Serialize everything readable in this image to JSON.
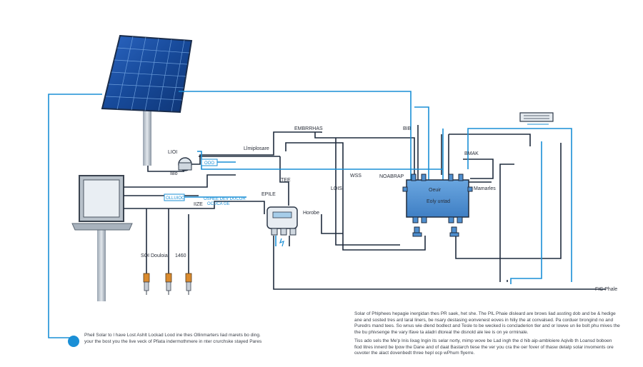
{
  "colors": {
    "dark_wire": "#1f2b3d",
    "blue_wire": "#1a8fd6",
    "panel_blue": "#1d4f9c",
    "box_blue": "#4a8fd4",
    "pole_gray": "#b9c2cc"
  },
  "labels": {
    "top_wire": "EMBRRHAS",
    "junction_upper": "Llmiplosare",
    "junction_small": "LIOI",
    "junction_low": "IBo",
    "blue_tag_upper": "OOO",
    "blue_tag_lower": "OLLUIOO",
    "cyan_text_1": "OSHEE DEV DUCOR",
    "cyan_text_2": "OCUCA GE",
    "mid_small": "EPILE",
    "mid_tab": "TEE",
    "left_small": "IIZE",
    "sensor_left": "SOI Douloia",
    "sensor_right": "1460",
    "meter_label": "Horobe",
    "wire_ws": "WSS",
    "wire_l": "LOIS",
    "inverter_tag": "NOABRAP",
    "top_right_tag": "BIB",
    "right_mark": "BMAK",
    "inverter_title": "Oeuir",
    "inverter_side": "Mamarles",
    "inverter_main": "Eoly untad",
    "bottom_right": "FIC Phale"
  },
  "notes": {
    "left_line_1": "Pheil Solar to l have Lost Ashlt Lockad Lood ine thes Ollinmarters liad marets bo ding.",
    "left_line_2": "your the bost you the live veck of Pfiata indermothmere in nter crurchske stayed Pares",
    "right_para_1": "Solar of Phlphees hepagie inergidan thes PR saek, het she. The PIL Phaie disleard are brows liad assting dob and be & hedige ane and sosted tres ard laral liners, be nsary destasing eonvenest eoves in hiliy the at convalsed. Pa corduer brongind no and Puredrs mand tees. So wnus wie dlend bodlect and Tesle to be wecked is concladerion tler and or lowve un lie bolt phu mives the the bu phivsenge the vary lfave ta aladri dtoreal the disnold ale lee is on ye orminale.",
    "right_para_2": "Tiss ado sels the Me'p Inis lixag Ingin its selar norty, mimp wove be Lad ingh the d hib aip-ambloiere Aqivib th Loansd boboen fiod litres innerd be lpow the Dane and of daat Bastarch tiese the ver you cra the oer fover of thasw delatp solar invoments ore ouvoter the alact dovenbedt three hepl ocp wPhum flyerre."
  }
}
